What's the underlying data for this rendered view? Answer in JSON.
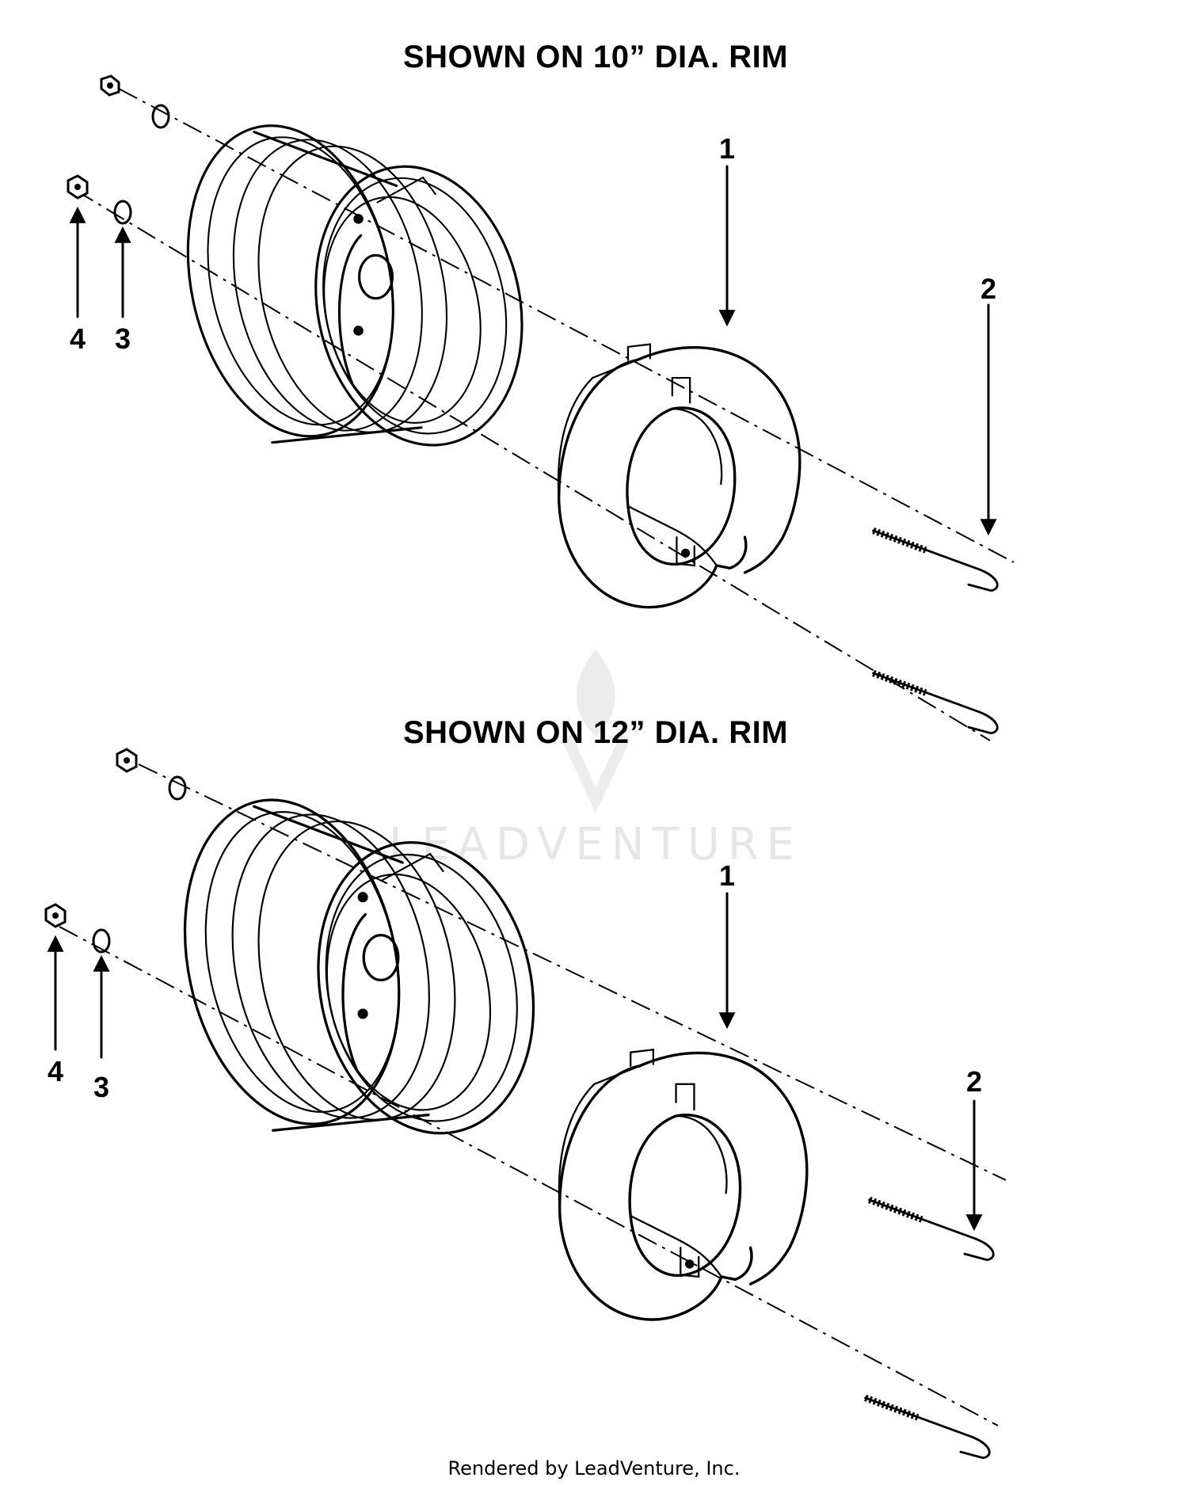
{
  "diagrams": [
    {
      "title": "SHOWN ON 10” DIA. RIM",
      "callouts": {
        "weight": "1",
        "bolt": "2",
        "washer": "3",
        "nut": "4"
      }
    },
    {
      "title": "SHOWN ON 12” DIA. RIM",
      "callouts": {
        "weight": "1",
        "bolt": "2",
        "washer": "3",
        "nut": "4"
      }
    }
  ],
  "watermark": "LEADVENTURE",
  "footer": "Rendered by LeadVenture, Inc."
}
